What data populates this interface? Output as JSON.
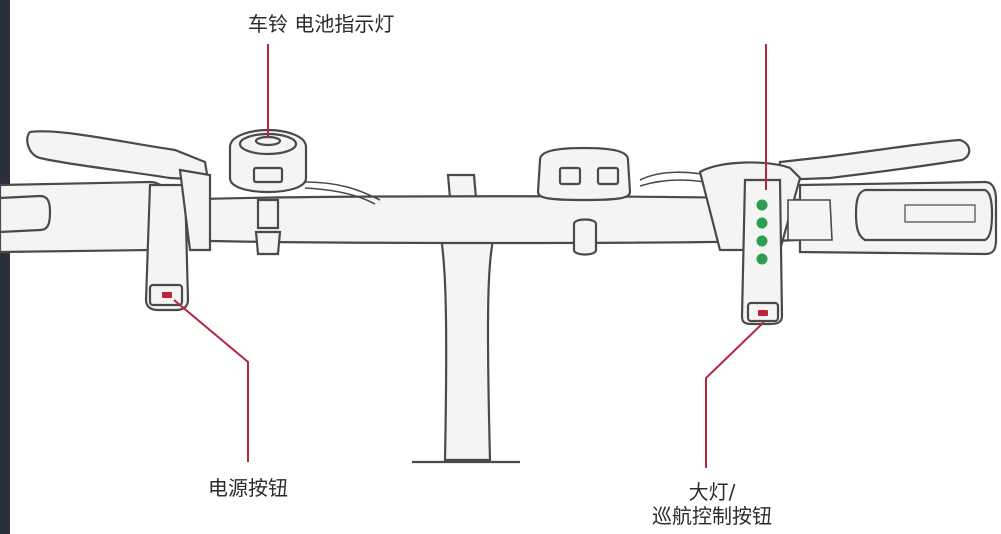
{
  "labels": {
    "bell_battery": "车铃 电池指示灯",
    "power_button": "电源按钮",
    "headlight_line1": "大灯/",
    "headlight_line2": "巡航控制按钮"
  },
  "colors": {
    "leader_line": "#b8243c",
    "led": "#2e9e52",
    "outline": "#4a4a4a",
    "fill": "#f4f4f4",
    "accent_dot": "#c21f3a",
    "edge_bar": "#2a2f3a"
  },
  "battery_indicator": {
    "led_count": 4,
    "lit_count": 4
  }
}
